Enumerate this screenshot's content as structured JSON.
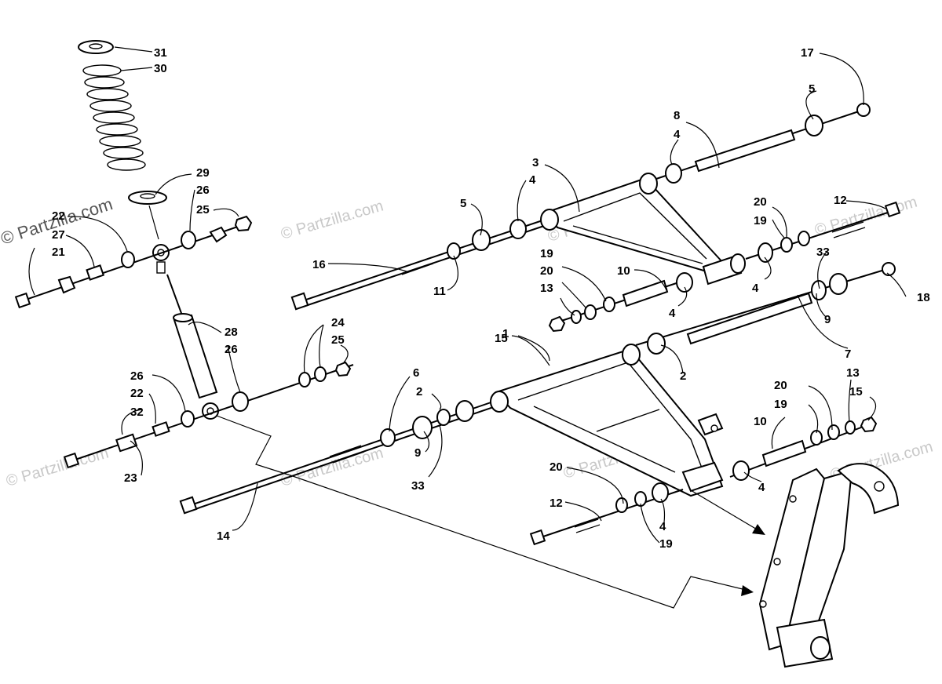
{
  "watermark": {
    "main": "© Partzilla.com",
    "faint": "© Partzilla.com"
  },
  "callouts": [
    {
      "id": "c31",
      "text": "31"
    },
    {
      "id": "c30",
      "text": "30"
    },
    {
      "id": "c29",
      "text": "29"
    },
    {
      "id": "c26a",
      "text": "26"
    },
    {
      "id": "c25a",
      "text": "25"
    },
    {
      "id": "c22a",
      "text": "22"
    },
    {
      "id": "c27",
      "text": "27"
    },
    {
      "id": "c21",
      "text": "21"
    },
    {
      "id": "c28",
      "text": "28"
    },
    {
      "id": "c26b",
      "text": "26"
    },
    {
      "id": "c24",
      "text": "24"
    },
    {
      "id": "c25b",
      "text": "25"
    },
    {
      "id": "c26c",
      "text": "26"
    },
    {
      "id": "c22b",
      "text": "22"
    },
    {
      "id": "c32",
      "text": "32"
    },
    {
      "id": "c23",
      "text": "23"
    },
    {
      "id": "c14",
      "text": "14"
    },
    {
      "id": "c16",
      "text": "16"
    },
    {
      "id": "c11",
      "text": "11"
    },
    {
      "id": "c5a",
      "text": "5"
    },
    {
      "id": "c4a",
      "text": "4"
    },
    {
      "id": "c3",
      "text": "3"
    },
    {
      "id": "c8",
      "text": "8"
    },
    {
      "id": "c4b",
      "text": "4"
    },
    {
      "id": "c5b",
      "text": "5"
    },
    {
      "id": "c17",
      "text": "17"
    },
    {
      "id": "c20a",
      "text": "20"
    },
    {
      "id": "c19a",
      "text": "19"
    },
    {
      "id": "c12a",
      "text": "12"
    },
    {
      "id": "c19b",
      "text": "19"
    },
    {
      "id": "c20b",
      "text": "20"
    },
    {
      "id": "c13a",
      "text": "13"
    },
    {
      "id": "c10a",
      "text": "10"
    },
    {
      "id": "c4c",
      "text": "4"
    },
    {
      "id": "c4d",
      "text": "4"
    },
    {
      "id": "c33a",
      "text": "33"
    },
    {
      "id": "c18",
      "text": "18"
    },
    {
      "id": "c15a",
      "text": "15"
    },
    {
      "id": "c1",
      "text": "1"
    },
    {
      "id": "c2a",
      "text": "2"
    },
    {
      "id": "c9a",
      "text": "9"
    },
    {
      "id": "c7",
      "text": "7"
    },
    {
      "id": "c6",
      "text": "6"
    },
    {
      "id": "c2b",
      "text": "2"
    },
    {
      "id": "c9b",
      "text": "9"
    },
    {
      "id": "c33b",
      "text": "33"
    },
    {
      "id": "c20c",
      "text": "20"
    },
    {
      "id": "c19c",
      "text": "19"
    },
    {
      "id": "c13b",
      "text": "13"
    },
    {
      "id": "c15b",
      "text": "15"
    },
    {
      "id": "c10b",
      "text": "10"
    },
    {
      "id": "c4e",
      "text": "4"
    },
    {
      "id": "c20d",
      "text": "20"
    },
    {
      "id": "c12b",
      "text": "12"
    },
    {
      "id": "c4f",
      "text": "4"
    },
    {
      "id": "c19d",
      "text": "19"
    }
  ]
}
